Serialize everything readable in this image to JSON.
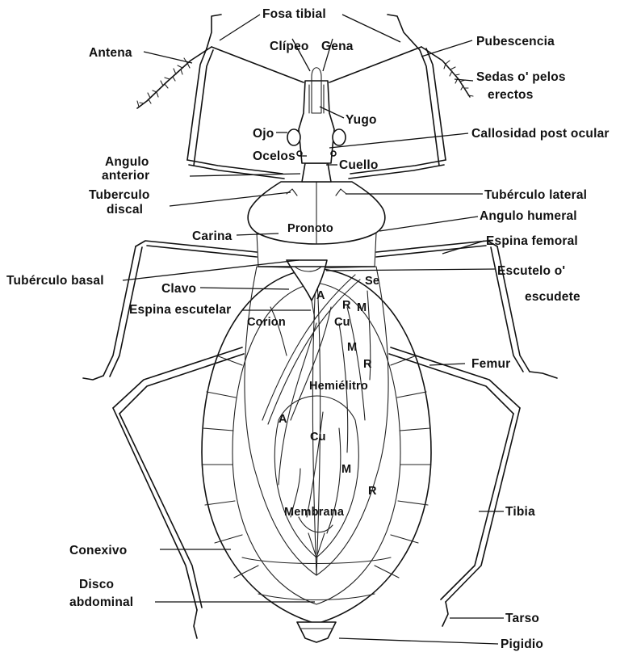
{
  "labels": {
    "fosa_tibial": "Fosa tibial",
    "antena": "Antena",
    "clipeo": "Clípeo",
    "gena": "Gena",
    "pubescencia": "Pubescencia",
    "sedas_1": "Sedas o' pelos",
    "sedas_2": "erectos",
    "yugo": "Yugo",
    "ojo": "Ojo",
    "callosidad": "Callosidad post ocular",
    "ocelos": "Ocelos",
    "angulo_1": "Angulo",
    "angulo_2": "anterior",
    "cuello": "Cuello",
    "tuberculo_1": "Tuberculo",
    "tuberculo_2": "discal",
    "tuberculo_lateral": "Tubérculo lateral",
    "pronoto": "Pronoto",
    "angulo_humeral": "Angulo humeral",
    "carina": "Carina",
    "espina_femoral": "Espina femoral",
    "tuberculo_basal": "Tubérculo basal",
    "escutelo_1": "Escutelo o'",
    "escutelo_2": "escudete",
    "clavo": "Clavo",
    "se": "Se",
    "espina_escutelar": "Espina escutelar",
    "a_top": "A",
    "r_top": "R",
    "m_top": "M",
    "corion": "Corion",
    "cu_top": "Cu",
    "m_mid": "M",
    "r_mid": "R",
    "femur": "Femur",
    "hemielitro": "Hemiélitro",
    "a_low": "A",
    "cu_low": "Cu",
    "m_low": "M",
    "r_low": "R",
    "membrana": "Membrana",
    "tibia": "Tibia",
    "conexivo": "Conexivo",
    "disco_1": "Disco",
    "disco_2": "abdominal",
    "tarso": "Tarso",
    "pigidio": "Pigidio"
  }
}
